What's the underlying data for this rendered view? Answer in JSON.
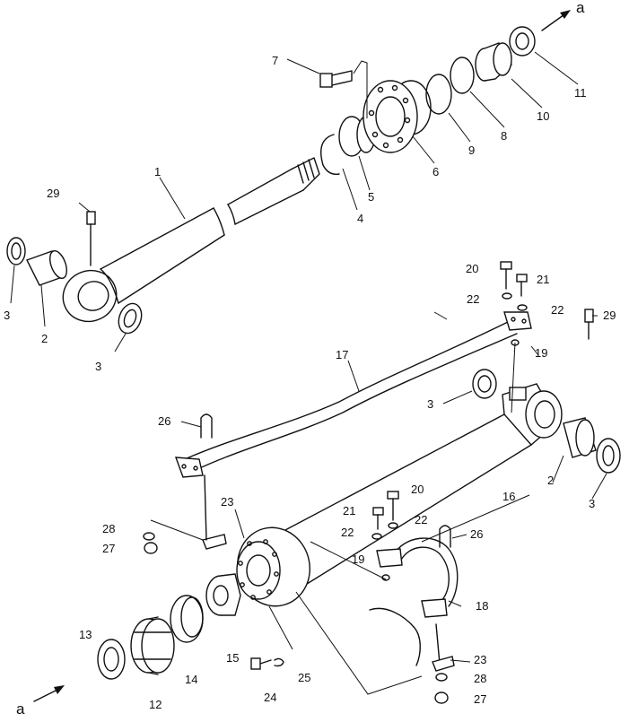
{
  "diagram": {
    "arrow_top_label": "a",
    "arrow_bottom_label": "a",
    "callouts": [
      {
        "id": "c1",
        "text": "1"
      },
      {
        "id": "c2a",
        "text": "2"
      },
      {
        "id": "c2b",
        "text": "2"
      },
      {
        "id": "c3a",
        "text": "3"
      },
      {
        "id": "c3b",
        "text": "3"
      },
      {
        "id": "c3c",
        "text": "3"
      },
      {
        "id": "c3d",
        "text": "3"
      },
      {
        "id": "c4",
        "text": "4"
      },
      {
        "id": "c5",
        "text": "5"
      },
      {
        "id": "c6",
        "text": "6"
      },
      {
        "id": "c7",
        "text": "7"
      },
      {
        "id": "c8",
        "text": "8"
      },
      {
        "id": "c9",
        "text": "9"
      },
      {
        "id": "c10",
        "text": "10"
      },
      {
        "id": "c11",
        "text": "11"
      },
      {
        "id": "c12",
        "text": "12"
      },
      {
        "id": "c13",
        "text": "13"
      },
      {
        "id": "c14",
        "text": "14"
      },
      {
        "id": "c15",
        "text": "15"
      },
      {
        "id": "c16",
        "text": "16"
      },
      {
        "id": "c17",
        "text": "17"
      },
      {
        "id": "c18",
        "text": "18"
      },
      {
        "id": "c19a",
        "text": "19"
      },
      {
        "id": "c19b",
        "text": "19"
      },
      {
        "id": "c20a",
        "text": "20"
      },
      {
        "id": "c20b",
        "text": "20"
      },
      {
        "id": "c21a",
        "text": "21"
      },
      {
        "id": "c21b",
        "text": "21"
      },
      {
        "id": "c22a",
        "text": "22"
      },
      {
        "id": "c22b",
        "text": "22"
      },
      {
        "id": "c22c",
        "text": "22"
      },
      {
        "id": "c22d",
        "text": "22"
      },
      {
        "id": "c23a",
        "text": "23"
      },
      {
        "id": "c23b",
        "text": "23"
      },
      {
        "id": "c24",
        "text": "24"
      },
      {
        "id": "c25",
        "text": "25"
      },
      {
        "id": "c26a",
        "text": "26"
      },
      {
        "id": "c26b",
        "text": "26"
      },
      {
        "id": "c27a",
        "text": "27"
      },
      {
        "id": "c27b",
        "text": "27"
      },
      {
        "id": "c28a",
        "text": "28"
      },
      {
        "id": "c28b",
        "text": "28"
      },
      {
        "id": "c29a",
        "text": "29"
      },
      {
        "id": "c29b",
        "text": "29"
      }
    ]
  }
}
